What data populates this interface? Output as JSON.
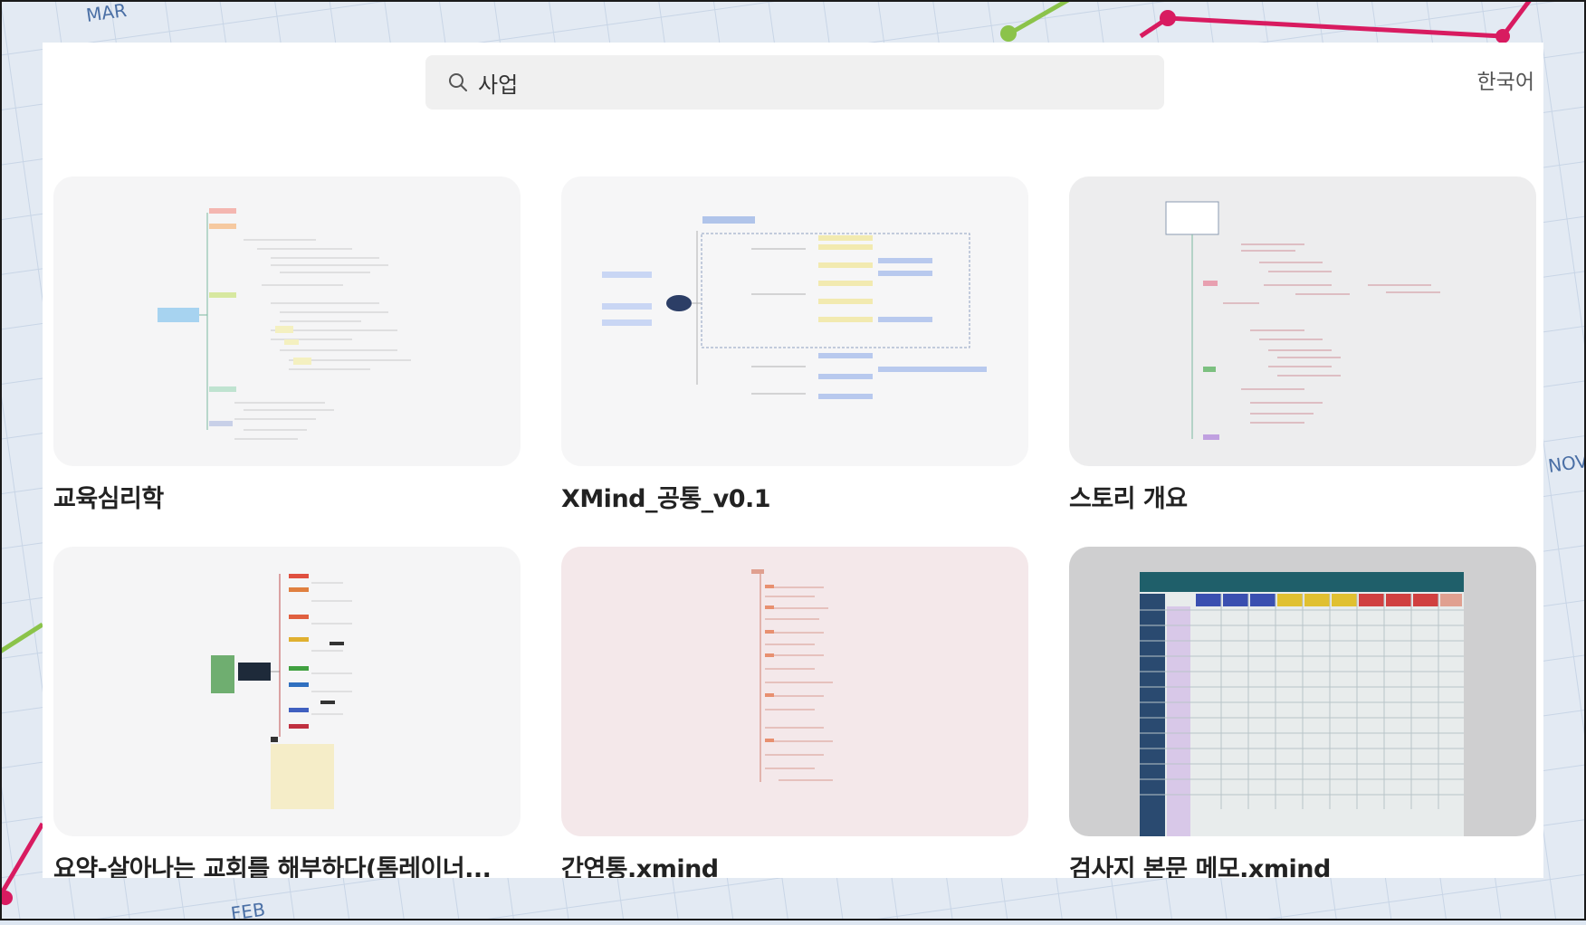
{
  "search": {
    "value": "사업",
    "placeholder": ""
  },
  "language": "한국어",
  "background": {
    "months": [
      "MAR",
      "NOV",
      "FEB"
    ]
  },
  "files": [
    {
      "title": "교육심리학"
    },
    {
      "title": "XMind_공통_v0.1"
    },
    {
      "title": "스토리 개요"
    },
    {
      "title": "요약-살아나는 교회를 해부하다(톰레이너..."
    },
    {
      "title": "간연통.xmind"
    },
    {
      "title": "검사지 본문 메모.xmind"
    }
  ],
  "colors": {
    "accent_line_pink": "#d81b60",
    "accent_line_green": "#8bc34a",
    "search_bg": "#f0f0f0"
  }
}
